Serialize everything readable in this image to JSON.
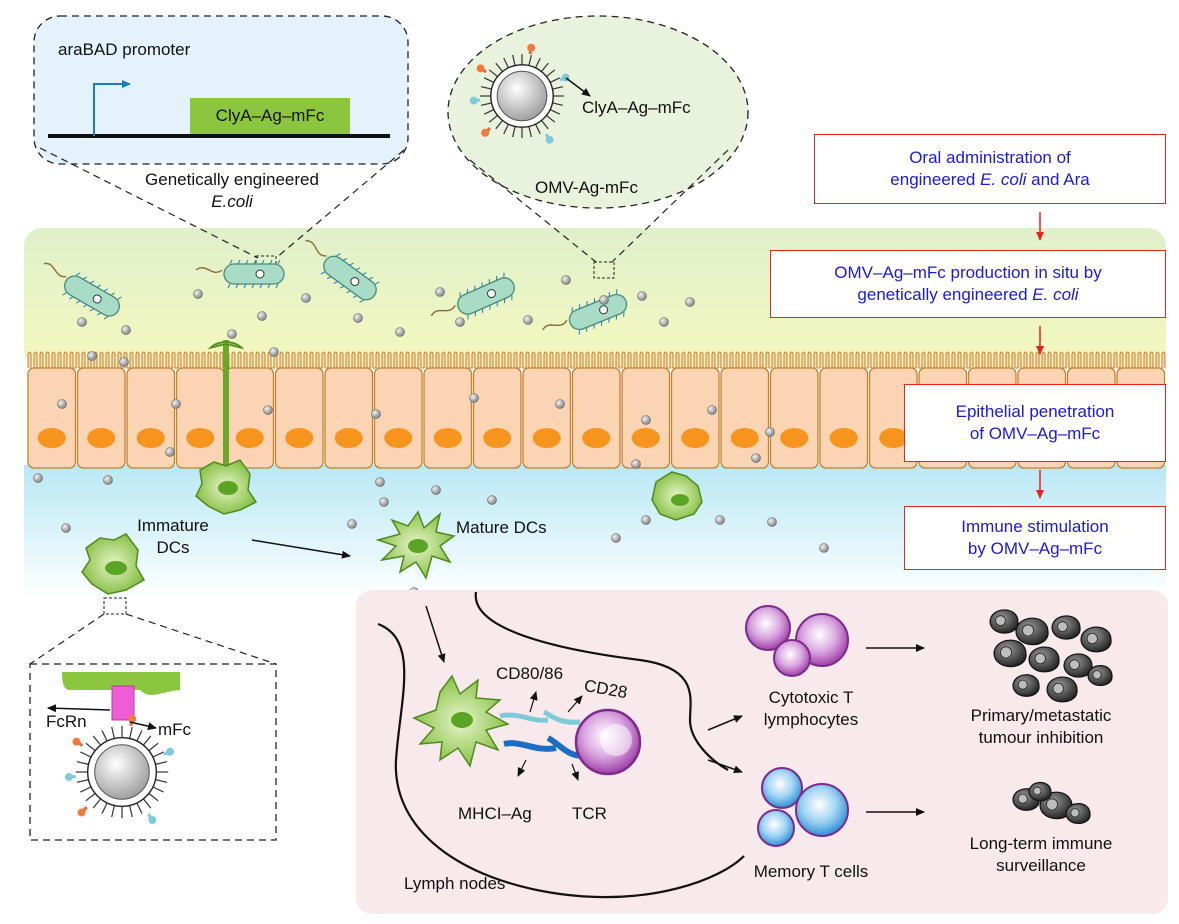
{
  "promoter_panel": {
    "promoter_label": "araBAD promoter",
    "gene_label": "ClyA–Ag–mFc",
    "caption_line1": "Genetically engineered",
    "caption_line2": "E.coli"
  },
  "omv_panel": {
    "protein_label": "ClyA–Ag–mFc",
    "caption": "OMV-Ag-mFc"
  },
  "steps": [
    {
      "line1": "Oral administration of",
      "line2_pre": "engineered ",
      "line2_ital": "E. coli",
      "line2_post": " and Ara"
    },
    {
      "line1": "OMV–Ag–mFc production in situ by",
      "line2_pre": "genetically engineered ",
      "line2_ital": "E. coli",
      "line2_post": ""
    },
    {
      "line1": "Epithelial penetration",
      "line2_pre": "of OMV–Ag–mFc",
      "line2_ital": "",
      "line2_post": ""
    },
    {
      "line1": "Immune stimulation",
      "line2_pre": "by OMV–Ag–mFc",
      "line2_ital": "",
      "line2_post": ""
    }
  ],
  "dc_labels": {
    "immature_line1": "Immature",
    "immature_line2": "DCs",
    "mature": "Mature DCs"
  },
  "fcrn_panel": {
    "receptor": "FcRn",
    "ligand": "mFc"
  },
  "synapse": {
    "cd80": "CD80/86",
    "cd28": "CD28",
    "mhc": "MHCI–Ag",
    "tcr": "TCR"
  },
  "lymph": {
    "label": "Lymph nodes",
    "ctl_line1": "Cytotoxic T",
    "ctl_line2": "lymphocytes",
    "memory": "Memory T cells",
    "outcome1_line1": "Primary/metastatic",
    "outcome1_line2": "tumour inhibition",
    "outcome2_line1": "Long-term immune",
    "outcome2_line2": "surveillance"
  },
  "colors": {
    "dashed_panel_fill": "#e3f2fb",
    "omv_panel_fill": "#e9f2dd",
    "lumen_top": "#dff0c8",
    "lumen_bottom": "#f3f7bb",
    "cell_fill": "#fbd5b3",
    "nucleus": "#f7941d",
    "submucosa": "#bfe9f4",
    "lymph_fill": "#f7e9ec",
    "gene": "#8cc63f",
    "dc": "#8cc63f",
    "ctl": "#9e3fa8",
    "memory": "#2b8fd6",
    "tumour": "#3c3c3c",
    "step_border": "#e52420",
    "step_text": "#1b1bd6"
  }
}
